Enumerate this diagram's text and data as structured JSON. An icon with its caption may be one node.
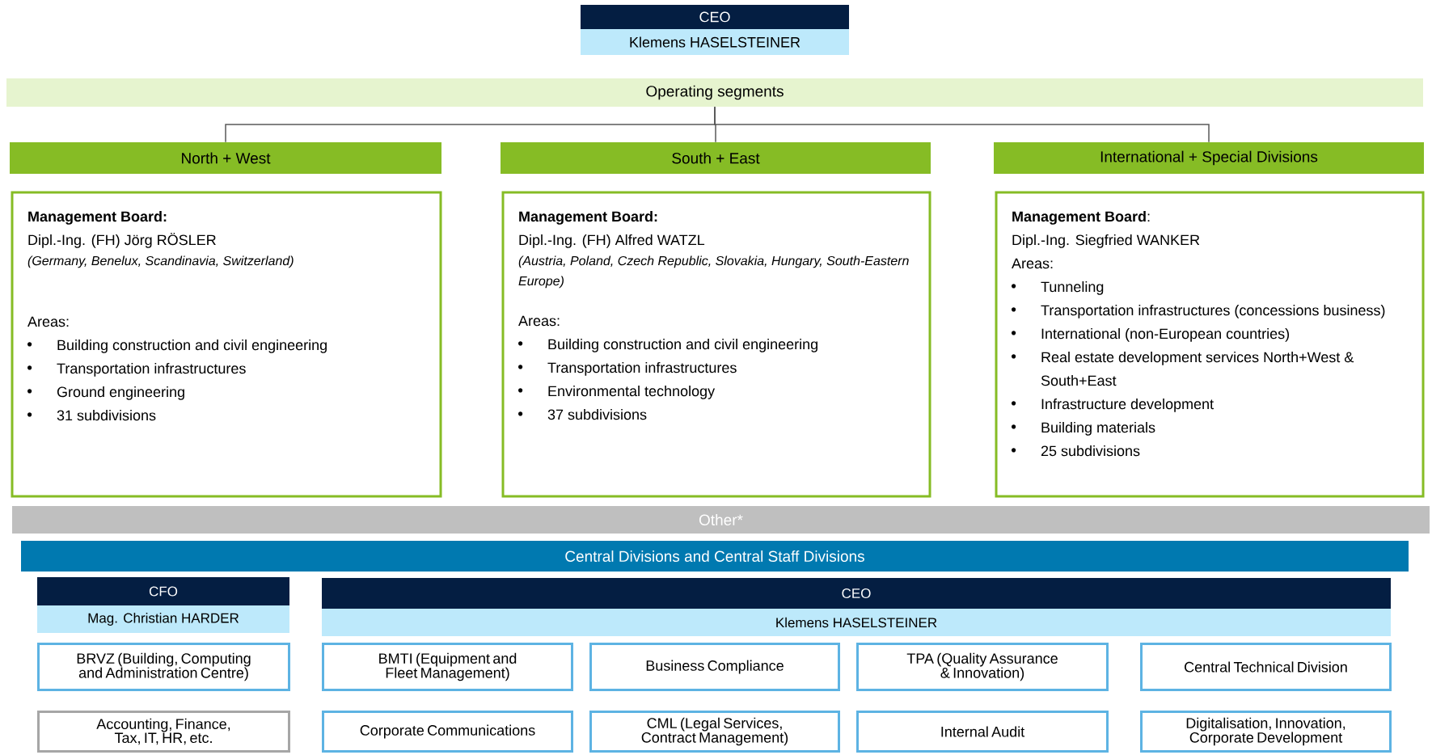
{
  "diagram": {
    "nodes": [
      {
        "text": [
          "CEO",
          "Klemens HASELSTEINER"
        ]
      },
      {
        "text": [
          "Operating segments"
        ]
      },
      {
        "text": [
          "North + West"
        ]
      },
      {
        "text": [
          "South + East"
        ]
      },
      {
        "text": [
          "International + Special Divisions"
        ]
      },
      {
        "text": [
          "Management Board:",
          "Dipl.-Ing. (FH) Jörg RÖSLER",
          "(Germany, Benelux, Scandinavia, Switzerland)",
          "Areas:",
          "Building construction and civil engineering",
          "Transportation infrastructures",
          "Ground engineering",
          "31 subdivisions"
        ]
      },
      {
        "text": [
          "Management Board:",
          "Dipl.-Ing. (FH) Alfred WATZL",
          "(Austria, Poland, Czech Republic, Slovakia, Hungary, South-Eastern Europe)",
          "Areas:",
          "Building construction and civil engineering",
          "Transportation infrastructures",
          "Environmental technology",
          "37 subdivisions"
        ]
      },
      {
        "text": [
          "**Management Board**:",
          "Dipl.-Ing. Siegfried WANKER",
          "Areas:",
          "Tunneling",
          "Transportation infrastructures (concessions business)",
          "International (non-European countries)",
          "Real estate development services North+West & South+East",
          "Infrastructure development",
          "Building materials",
          "25 subdivisions"
        ]
      },
      {
        "text": [
          "Other*"
        ]
      },
      {
        "text": [
          "Central Divisions and Central Staff Divisions"
        ]
      },
      {
        "text": [
          "CFO",
          "Mag. Christian HARDER"
        ]
      },
      {
        "text": [
          "CEO",
          "Klemens HASELSTEINER"
        ]
      },
      {
        "text": [
          "BRVZ (Building, Computing and Administration Centre)"
        ]
      },
      {
        "text": [
          "BMTI (Equipment and Fleet Management)"
        ]
      },
      {
        "text": [
          "Business Compliance"
        ]
      },
      {
        "text": [
          "TPA (Quality Assurance & Innovation)"
        ]
      },
      {
        "text": [
          "Central Technical Division"
        ]
      },
      {
        "text": [
          "Accounting, Finance, Tax, IT, HR, etc."
        ]
      },
      {
        "text": [
          "Corporate Communications"
        ]
      },
      {
        "text": [
          "CML (Legal Services, Contract Management)"
        ]
      },
      {
        "text": [
          "Internal Audit"
        ]
      },
      {
        "text": [
          "Digitalisation, Innovation, Corporate Development"
        ]
      }
    ],
    "edges": [
      {
        "from": 1,
        "to": 2,
        "arrow": "none"
      },
      {
        "from": 1,
        "to": 3,
        "arrow": "none"
      },
      {
        "from": 1,
        "to": 4,
        "arrow": "none"
      }
    ]
  }
}
